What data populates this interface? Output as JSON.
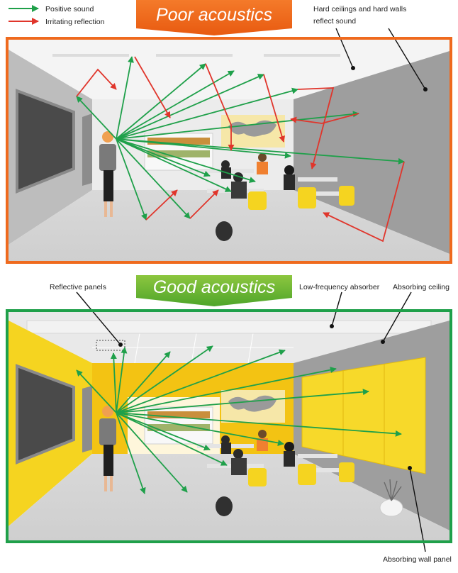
{
  "legend": {
    "positive_label": "Positive sound",
    "irritating_label": "Irritating reflection",
    "positive_color": "#1fa04a",
    "irritating_color": "#e0352b"
  },
  "top_panel": {
    "banner": "Poor acoustics",
    "banner_color": "#ef6a1e",
    "frame_color": "#ef6a1e",
    "callout_line1": "Hard ceilings and hard walls",
    "callout_line2": "reflect sound"
  },
  "bottom_panel": {
    "banner": "Good acoustics",
    "banner_color": "#6cb52d",
    "frame_color": "#1fa04a",
    "callouts": {
      "reflective_panels": "Reflective panels",
      "low_frequency_absorber": "Low-frequency absorber",
      "absorbing_ceiling": "Absorbing ceiling",
      "absorbing_wall_panel": "Absorbing wall panel"
    },
    "accent_color": "#f5d420"
  }
}
